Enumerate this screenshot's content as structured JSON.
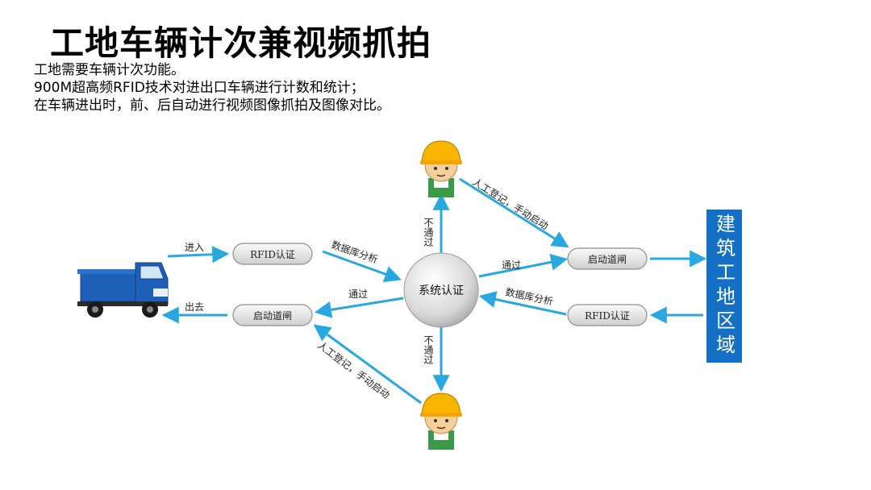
{
  "title": "工地车辆计次兼视频抓拍",
  "description": [
    "工地需要车辆计次功能。",
    "900M超高频RFID技术对进出口车辆进行计数和统计；",
    "在车辆进出时，前、后自动进行视频图像抓拍及图像对比。"
  ],
  "diagram": {
    "center": "系统认证",
    "site": "建筑工地区域",
    "nodes": {
      "left_rfid": "RFID认证",
      "left_gate": "启动道闸",
      "right_gate": "启动道闸",
      "right_rfid": "RFID认证"
    },
    "labels": {
      "enter": "进入",
      "exit": "出去",
      "db_left": "数据库分析",
      "db_right": "数据库分析",
      "pass_left": "通过",
      "pass_right": "通过",
      "fail_top": "不通过",
      "fail_bottom": "不通过",
      "manual_top": "人工登记，手动启动",
      "manual_bottom": "人工登记，手动启动"
    },
    "colors": {
      "arrow": "#29a8e0",
      "site_box": "#1470c4",
      "truck": "#1e5fb8"
    }
  }
}
